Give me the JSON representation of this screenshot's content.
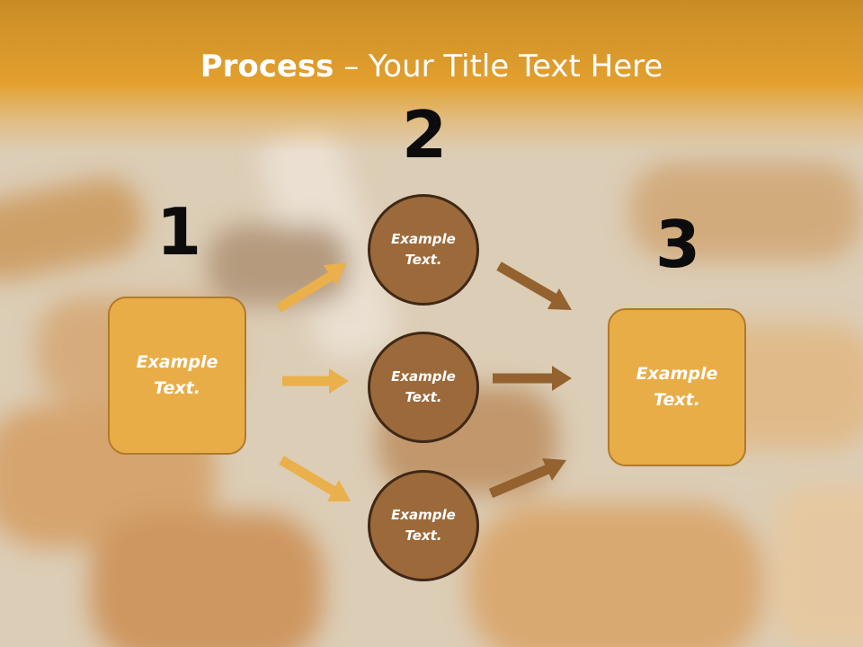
{
  "slide": {
    "title_bold": "Process",
    "title_rest": " – Your Title Text Here"
  },
  "steps": {
    "step1": {
      "number": "1",
      "text": "Example\nText."
    },
    "step2": {
      "number": "2",
      "circles": [
        {
          "text": "Example\nText."
        },
        {
          "text": "Example\nText."
        },
        {
          "text": "Example\nText."
        }
      ]
    },
    "step3": {
      "number": "3",
      "text": "Example\nText."
    }
  },
  "colors": {
    "header": "#e39f2d",
    "box_fill": "#e8ad46",
    "box_border": "#b07a2d",
    "circle_fill": "#9c6a3a",
    "circle_border": "#3f2817",
    "arrow_light": "#e9b04c",
    "arrow_dark": "#94622f"
  }
}
